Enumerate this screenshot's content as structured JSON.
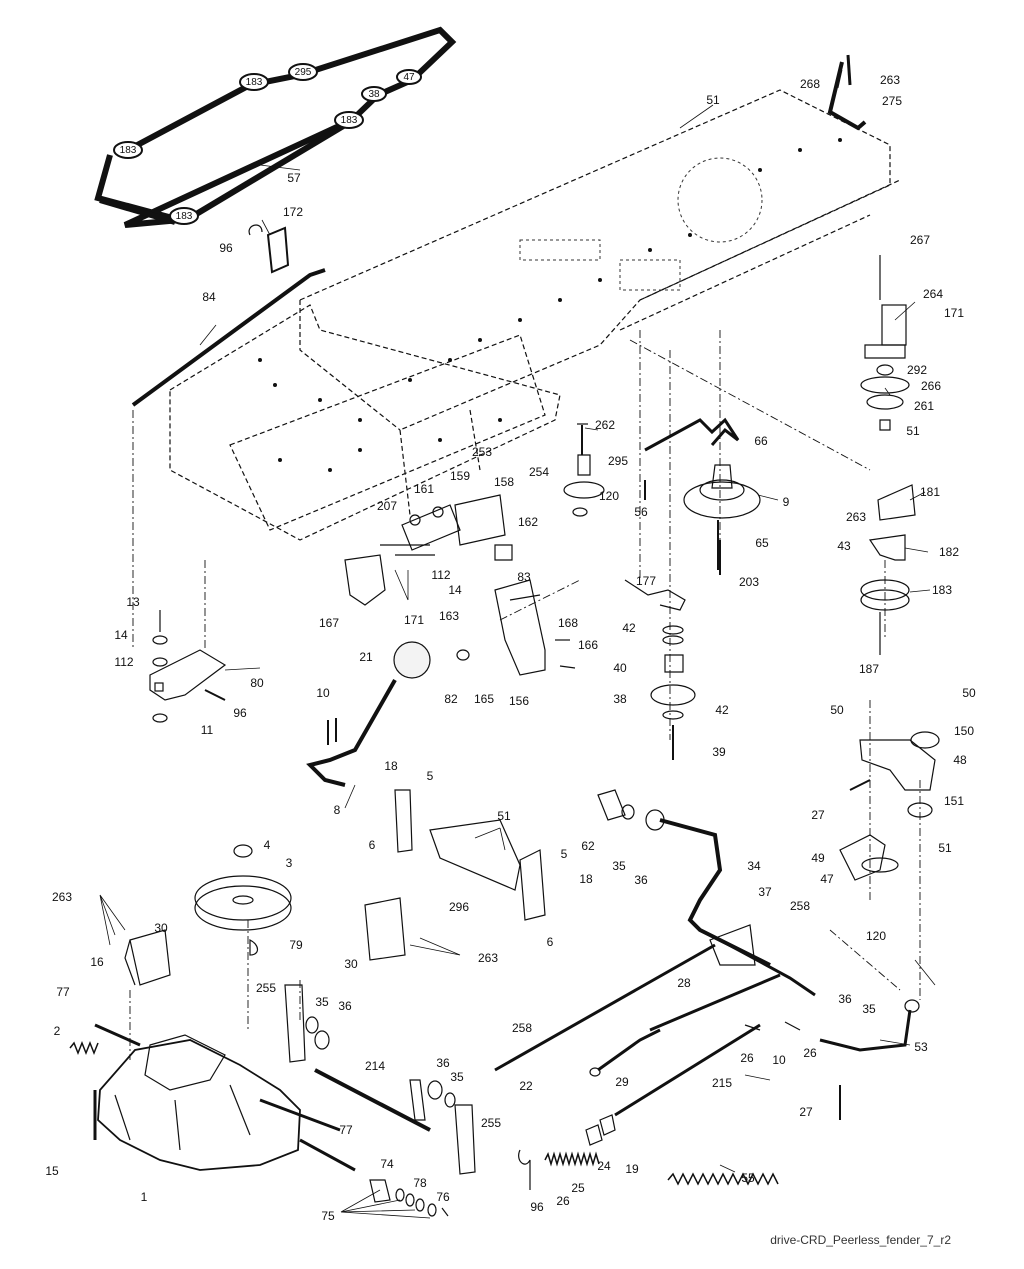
{
  "diagram": {
    "caption": "drive-CRD_Peerless_fender_7_r2",
    "belt_label": "57",
    "pulley_labels": [
      "183",
      "295",
      "47",
      "38",
      "183",
      "183",
      "183"
    ],
    "callouts": [
      "51",
      "268",
      "263",
      "275",
      "172",
      "96",
      "84",
      "267",
      "264",
      "171",
      "292",
      "266",
      "261",
      "51",
      "262",
      "253",
      "66",
      "295",
      "254",
      "120",
      "159",
      "161",
      "158",
      "207",
      "162",
      "56",
      "9",
      "181",
      "263",
      "112",
      "14",
      "83",
      "163",
      "167",
      "171",
      "177",
      "65",
      "203",
      "43",
      "182",
      "183",
      "13",
      "14",
      "112",
      "80",
      "96",
      "11",
      "21",
      "42",
      "168",
      "166",
      "82",
      "165",
      "156",
      "40",
      "187",
      "10",
      "38",
      "42",
      "39",
      "50",
      "50",
      "150",
      "48",
      "8",
      "18",
      "5",
      "51",
      "6",
      "62",
      "35",
      "36",
      "27",
      "151",
      "49",
      "34",
      "51",
      "47",
      "4",
      "3",
      "263",
      "30",
      "37",
      "5",
      "18",
      "296",
      "258",
      "6",
      "16",
      "79",
      "30",
      "263",
      "120",
      "77",
      "255",
      "35",
      "36",
      "28",
      "36",
      "35",
      "2",
      "258",
      "26",
      "10",
      "26",
      "53",
      "214",
      "36",
      "35",
      "22",
      "29",
      "215",
      "255",
      "15",
      "27",
      "77",
      "1",
      "74",
      "19",
      "24",
      "25",
      "55",
      "78",
      "76",
      "75",
      "96",
      "26"
    ]
  }
}
